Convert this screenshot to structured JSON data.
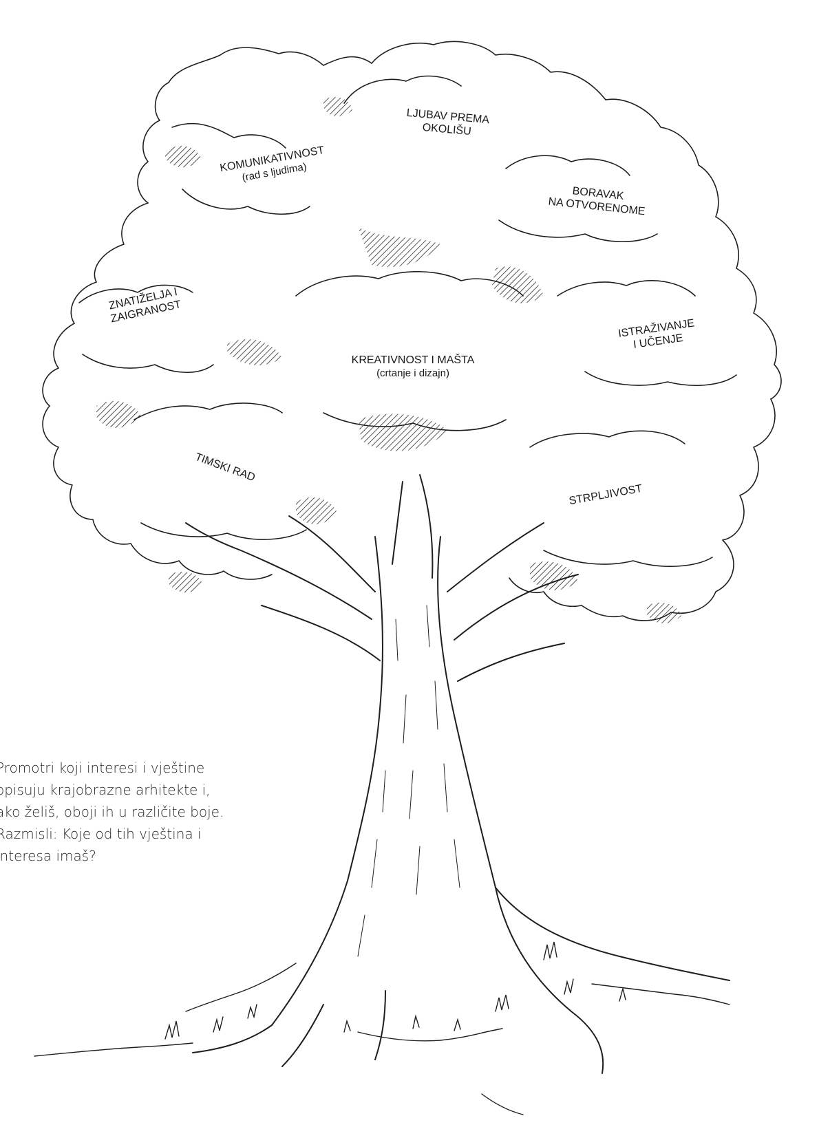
{
  "labels": {
    "komunikativnost": {
      "line1": "KOMUNIKATIVNOST",
      "line2": "(rad s ljudima)"
    },
    "ljubav": {
      "line1": "LJUBAV PREMA",
      "line2": "OKOLIŠU"
    },
    "boravak": {
      "line1": "BORAVAK",
      "line2": "NA OTVORENOME"
    },
    "znatizelja": {
      "line1": "ZNATIŽELJA I",
      "line2": "ZAIGRANOST"
    },
    "kreativnost": {
      "line1": "KREATIVNOST I MAŠTA",
      "line2": "(crtanje i dizajn)"
    },
    "istrazivanje": {
      "line1": "ISTRAŽIVANJE",
      "line2": "I UČENJE"
    },
    "timski": {
      "line1": "TIMSKI RAD"
    },
    "strpljivost": {
      "line1": "STRPLJIVOST"
    }
  },
  "caption": {
    "lines": [
      "Promotri koji interesi i vještine",
      "opisuju krajobrazne arhitekte i,",
      "ako želiš, oboji ih u različite boje.",
      "Razmisli: Koje od tih vještina i",
      "interesa imaš?"
    ]
  }
}
